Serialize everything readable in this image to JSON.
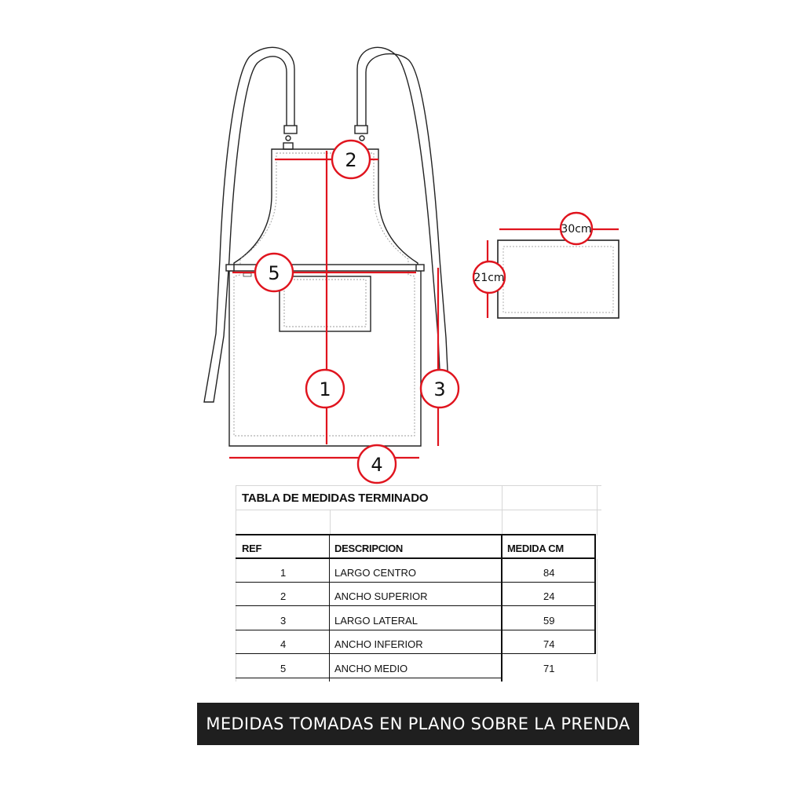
{
  "diagram": {
    "labels": {
      "m1": "1",
      "m2": "2",
      "m3": "3",
      "m4": "4",
      "m5": "5"
    },
    "pocket": {
      "width_label": "30cm",
      "height_label": "21cm"
    },
    "colors": {
      "measure": "#e0141e",
      "outline": "#222222"
    }
  },
  "table": {
    "title": "TABLA DE MEDIDAS TERMINADO",
    "headers": [
      "REF",
      "DESCRIPCION",
      "MEDIDA CM"
    ],
    "rows": [
      {
        "ref": "1",
        "desc": "LARGO CENTRO",
        "value": "84"
      },
      {
        "ref": "2",
        "desc": "ANCHO SUPERIOR",
        "value": "24"
      },
      {
        "ref": "3",
        "desc": "LARGO LATERAL",
        "value": "59"
      },
      {
        "ref": "4",
        "desc": "ANCHO INFERIOR",
        "value": "74"
      },
      {
        "ref": "5",
        "desc": "ANCHO MEDIO",
        "value": "71"
      }
    ]
  },
  "footer": {
    "text": "MEDIDAS TOMADAS EN PLANO SOBRE LA PRENDA"
  }
}
